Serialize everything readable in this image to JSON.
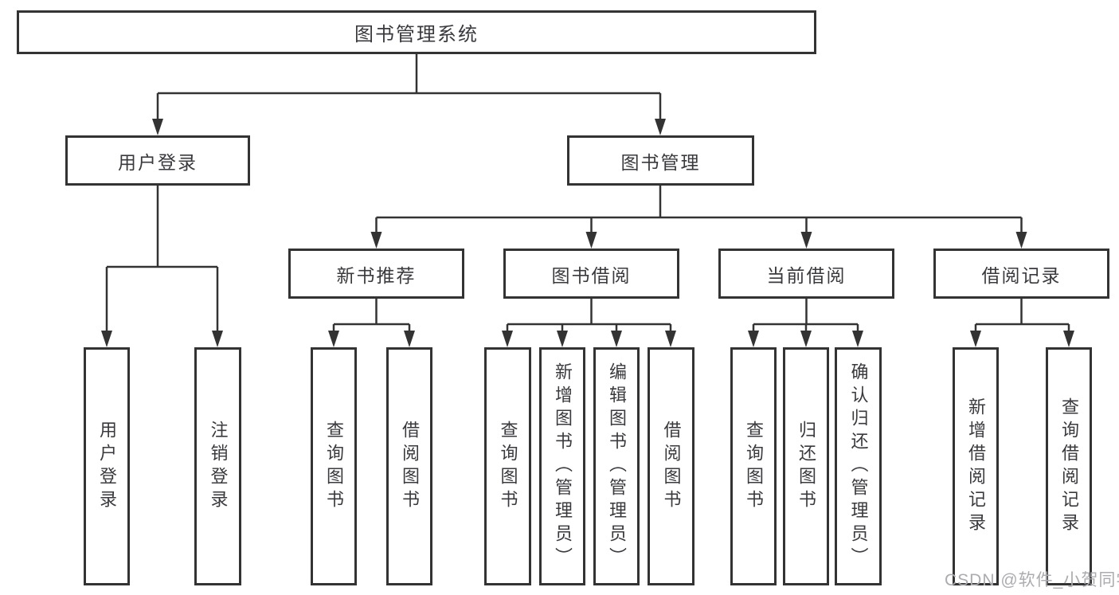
{
  "diagram": {
    "type": "hierarchy-tree",
    "colors": {
      "line": "#333333",
      "box_border": "#333333",
      "text": "#3a3a3e",
      "background": "#ffffff",
      "watermark": "#acacb0"
    },
    "tree": {
      "label": "图书管理系统",
      "children": [
        {
          "label": "用户登录",
          "children": [
            {
              "label": "用户登录"
            },
            {
              "label": "注销登录"
            }
          ]
        },
        {
          "label": "图书管理",
          "children": [
            {
              "label": "新书推荐",
              "children": [
                {
                  "label": "查询图书"
                },
                {
                  "label": "借阅图书"
                }
              ]
            },
            {
              "label": "图书借阅",
              "children": [
                {
                  "label": "查询图书"
                },
                {
                  "label": "新增图书（管理员）"
                },
                {
                  "label": "编辑图书（管理员）"
                },
                {
                  "label": "借阅图书"
                }
              ]
            },
            {
              "label": "当前借阅",
              "children": [
                {
                  "label": "查询图书"
                },
                {
                  "label": "归还图书"
                },
                {
                  "label": "确认归还（管理员）"
                }
              ]
            },
            {
              "label": "借阅记录",
              "children": [
                {
                  "label": "新增借阅记录"
                },
                {
                  "label": "查询借阅记录"
                }
              ]
            }
          ]
        }
      ]
    },
    "watermark": {
      "text": "CSDN @软件_小贺同学"
    }
  }
}
